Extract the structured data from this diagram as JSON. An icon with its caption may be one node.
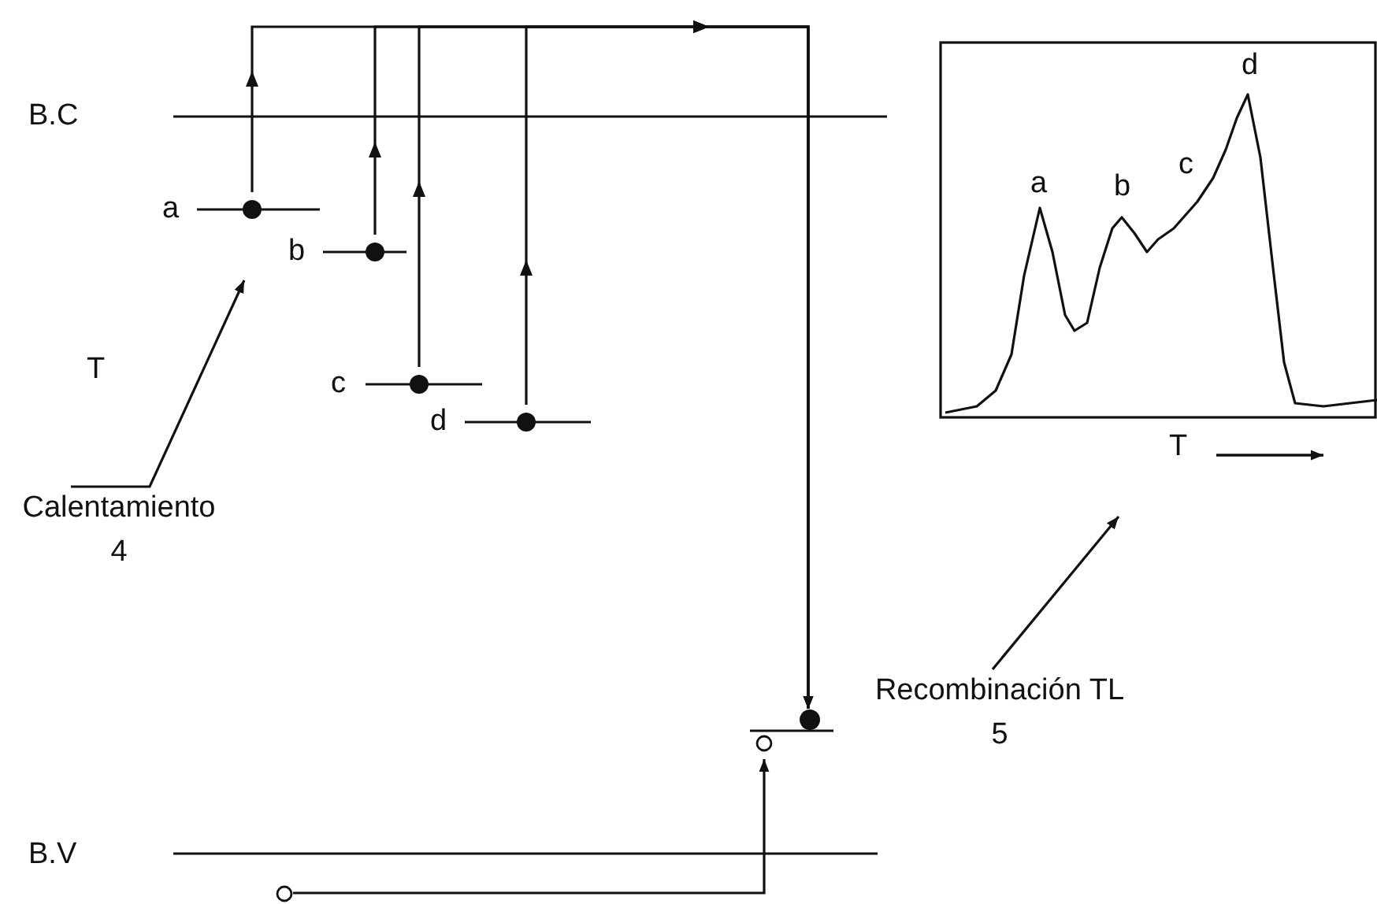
{
  "diagram": {
    "nodes": [
      {
        "text": [
          "a"
        ]
      },
      {
        "text": [
          "b"
        ]
      },
      {
        "text": [
          "c"
        ]
      },
      {
        "text": [
          "d"
        ]
      },
      {
        "text": [
          "Calentamiento 4"
        ]
      },
      {
        "text": [
          "Recombinación TL 5"
        ]
      },
      {
        "text": [],
        "shape": "bar"
      },
      {
        "text": [],
        "shape": "circle"
      }
    ],
    "edges": [
      {
        "from": 0,
        "to": 6,
        "arrow": "to"
      },
      {
        "from": 1,
        "to": 6,
        "arrow": "to"
      },
      {
        "from": 2,
        "to": 6,
        "arrow": "to"
      },
      {
        "from": 3,
        "to": 6,
        "arrow": "to"
      },
      {
        "from": 7,
        "to": 6,
        "arrow": "to"
      },
      {
        "from": 4,
        "to": null,
        "arrow": "to"
      },
      {
        "from": 5,
        "to": null,
        "arrow": "to"
      }
    ],
    "labels": [
      "B.C",
      "T",
      "B.V",
      "a",
      "b",
      "c",
      "d",
      "T"
    ]
  }
}
